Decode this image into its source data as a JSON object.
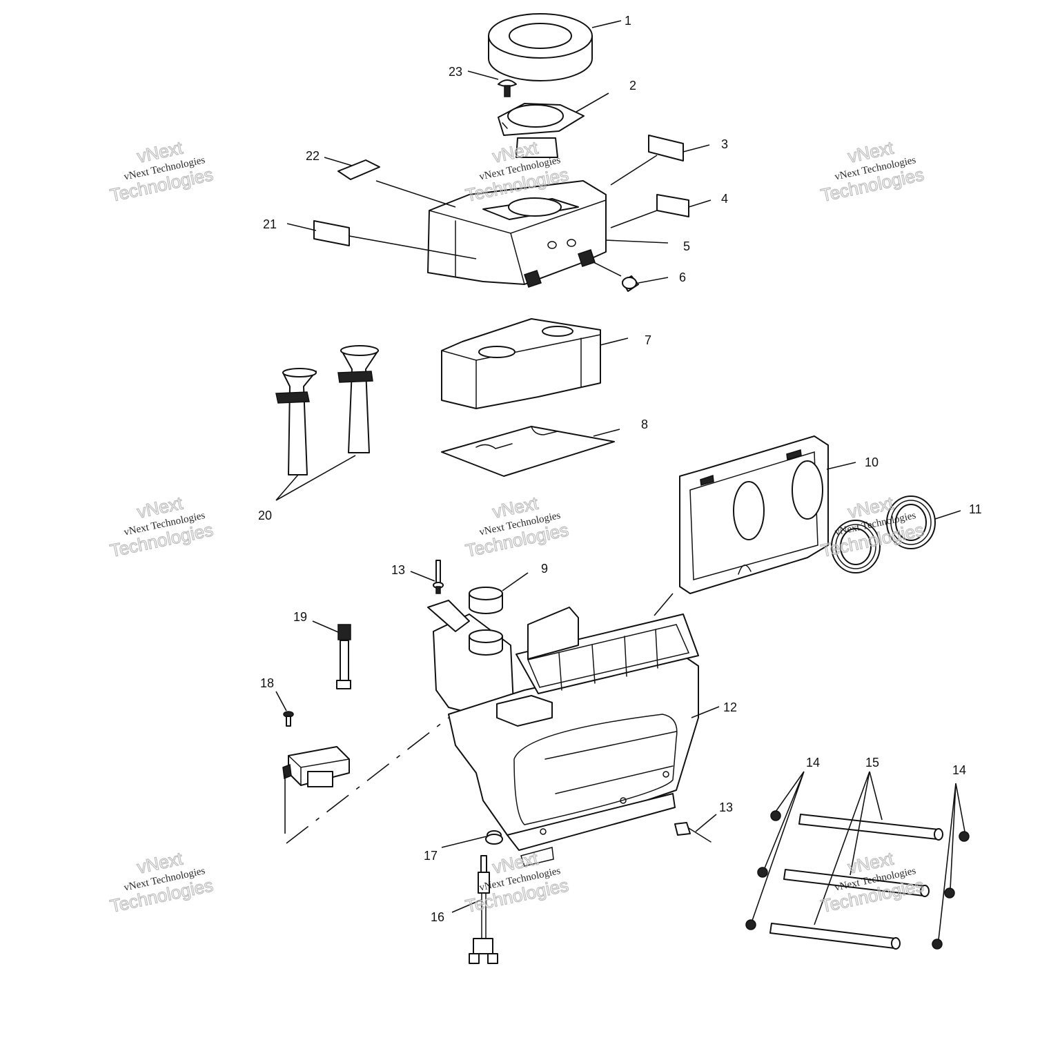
{
  "callouts": {
    "c1": "1",
    "c2": "2",
    "c3": "3",
    "c4": "4",
    "c5": "5",
    "c6": "6",
    "c7": "7",
    "c8": "8",
    "c9": "9",
    "c10": "10",
    "c11": "11",
    "c12": "12",
    "c13a": "13",
    "c13b": "13",
    "c14a": "14",
    "c14b": "14",
    "c15": "15",
    "c16": "16",
    "c17": "17",
    "c18": "18",
    "c19": "19",
    "c20": "20",
    "c21": "21",
    "c22": "22",
    "c23": "23"
  },
  "watermark": {
    "brand": "vNext",
    "line_small": "vNext Technologies",
    "line_big": "Technologies"
  }
}
